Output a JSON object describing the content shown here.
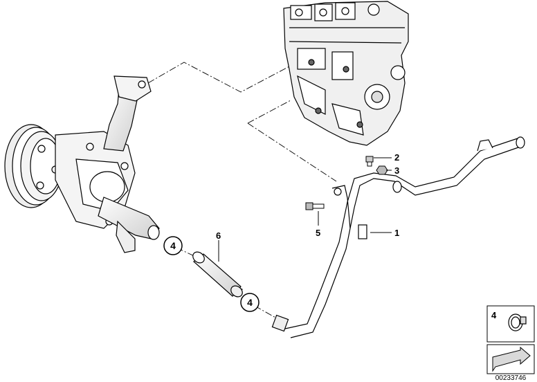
{
  "callouts": {
    "pipe": "1",
    "bolt_small": "2",
    "nut": "3",
    "clamp_a": "4",
    "clamp_b": "4",
    "bolt": "5",
    "hose": "6"
  },
  "legend": {
    "clamp_number": "4"
  },
  "document_number": "00233746",
  "colors": {
    "line": "#000000",
    "background": "#ffffff",
    "shade": "#d9d9d9"
  }
}
